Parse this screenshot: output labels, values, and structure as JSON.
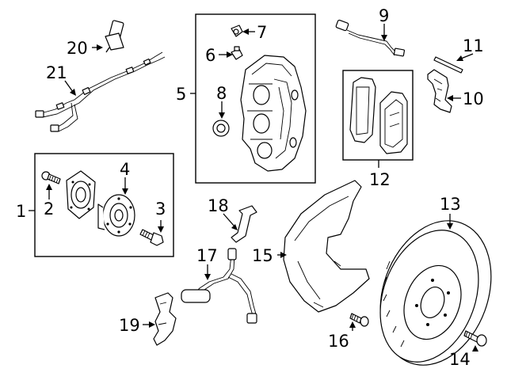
{
  "callouts": {
    "c1": "1",
    "c2": "2",
    "c3": "3",
    "c4": "4",
    "c5": "5",
    "c6": "6",
    "c7": "7",
    "c8": "8",
    "c9": "9",
    "c10": "10",
    "c11": "11",
    "c12": "12",
    "c13": "13",
    "c14": "14",
    "c15": "15",
    "c16": "16",
    "c17": "17",
    "c18": "18",
    "c19": "19",
    "c20": "20",
    "c21": "21"
  },
  "icons": {
    "wheel_hub": "wheel-hub-icon",
    "brake_caliper": "brake-caliper-icon",
    "brake_pads": "brake-pads-icon",
    "brake_rotor": "brake-rotor-icon",
    "splash_shield": "splash-shield-icon",
    "wear_sensor": "wear-sensor-icon",
    "abs_sensor": "abs-sensor-icon"
  },
  "colors": {
    "line": "#000000",
    "background": "#ffffff"
  }
}
